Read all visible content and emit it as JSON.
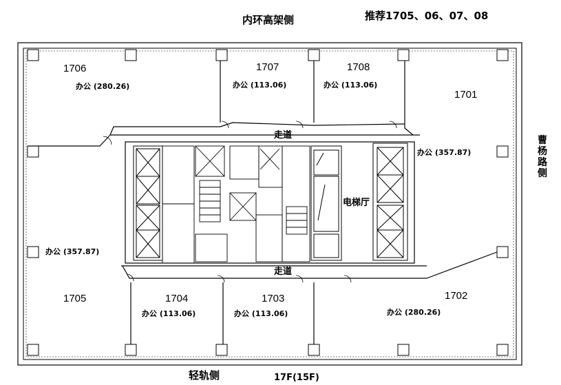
{
  "header": {
    "top_side": "内环高架侧",
    "recommended": "推荐1705、06、07、08"
  },
  "side_labels": {
    "right_side": "曹杨路侧",
    "bottom_side": "轻轨侧",
    "floor": "17F(15F)"
  },
  "units": [
    {
      "number": "1706",
      "area_text": "办公 (280.26)"
    },
    {
      "number": "1707",
      "area_text": "办公 (113.06)"
    },
    {
      "number": "1708",
      "area_text": "办公 (113.06)"
    },
    {
      "number": "1701",
      "area_text": "办公 (357.87)"
    },
    {
      "number": "1705",
      "area_text": "办公 (357.87)"
    },
    {
      "number": "1704",
      "area_text": "办公 (113.06)"
    },
    {
      "number": "1703",
      "area_text": "办公 (113.06)"
    },
    {
      "number": "1702",
      "area_text": "办公 (280.26)"
    }
  ],
  "core": {
    "corridor_top": "走道",
    "corridor_bottom": "走道",
    "elevator_hall": "电梯厅"
  }
}
